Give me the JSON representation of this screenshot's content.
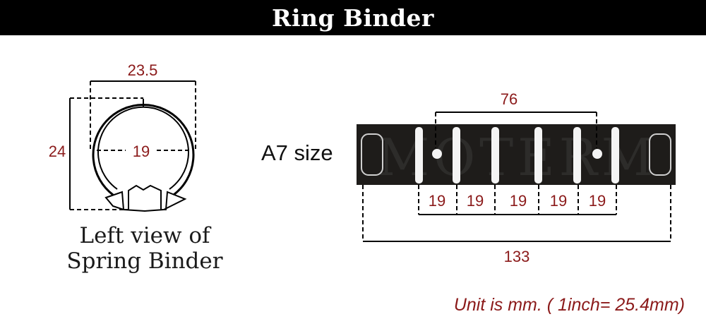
{
  "title": "Ring Binder",
  "left_view": {
    "width_label": "23.5",
    "height_label": "24",
    "inner_label": "19",
    "caption_line1": "Left view of",
    "caption_line2": "Spring Binder"
  },
  "spine": {
    "size_label": "A7 size",
    "ring_span_label": "76",
    "spacing_labels": [
      "19",
      "19",
      "19",
      "19",
      "19"
    ],
    "total_length_label": "133",
    "watermark": "MOTERM"
  },
  "unit_note": "Unit is mm. ( 1inch= 25.4mm)",
  "colors": {
    "dimension_text": "#8b1a1a",
    "title_bar": "#000000",
    "spine_bar": "#1e1c1a"
  }
}
